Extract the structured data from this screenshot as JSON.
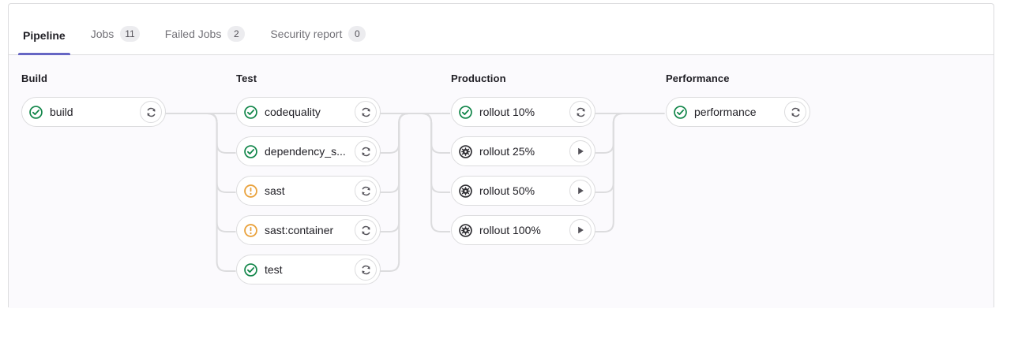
{
  "tabs": [
    {
      "label": "Pipeline",
      "badge": null,
      "active": true,
      "name": "tab-pipeline"
    },
    {
      "label": "Jobs",
      "badge": "11",
      "active": false,
      "name": "tab-jobs"
    },
    {
      "label": "Failed Jobs",
      "badge": "2",
      "active": false,
      "name": "tab-failed-jobs"
    },
    {
      "label": "Security report",
      "badge": "0",
      "active": false,
      "name": "tab-security-report"
    }
  ],
  "colors": {
    "success": "#108548",
    "warning": "#ab6100",
    "warning_icon": "#e9a13b",
    "manual": "#535158",
    "active_tab_underline": "#6666c4",
    "card_border": "#dcdcde",
    "graph_background": "#fbfafd",
    "connector": "#dcdcde"
  },
  "stages": [
    {
      "title": "Build",
      "jobs": [
        {
          "name": "build",
          "status": "success",
          "status_icon": "status-success-icon",
          "action": "retry",
          "action_icon": "retry-icon"
        }
      ]
    },
    {
      "title": "Test",
      "jobs": [
        {
          "name": "codequality",
          "status": "success",
          "status_icon": "status-success-icon",
          "action": "retry",
          "action_icon": "retry-icon"
        },
        {
          "name": "dependency_s...",
          "status": "success",
          "status_icon": "status-success-icon",
          "action": "retry",
          "action_icon": "retry-icon"
        },
        {
          "name": "sast",
          "status": "warning",
          "status_icon": "status-warning-icon",
          "action": "retry",
          "action_icon": "retry-icon"
        },
        {
          "name": "sast:container",
          "status": "warning",
          "status_icon": "status-warning-icon",
          "action": "retry",
          "action_icon": "retry-icon"
        },
        {
          "name": "test",
          "status": "success",
          "status_icon": "status-success-icon",
          "action": "retry",
          "action_icon": "retry-icon"
        }
      ]
    },
    {
      "title": "Production",
      "jobs": [
        {
          "name": "rollout 10%",
          "status": "success",
          "status_icon": "status-success-icon",
          "action": "retry",
          "action_icon": "retry-icon"
        },
        {
          "name": "rollout 25%",
          "status": "manual",
          "status_icon": "status-manual-icon",
          "action": "play",
          "action_icon": "play-icon"
        },
        {
          "name": "rollout 50%",
          "status": "manual",
          "status_icon": "status-manual-icon",
          "action": "play",
          "action_icon": "play-icon"
        },
        {
          "name": "rollout 100%",
          "status": "manual",
          "status_icon": "status-manual-icon",
          "action": "play",
          "action_icon": "play-icon"
        }
      ]
    },
    {
      "title": "Performance",
      "jobs": [
        {
          "name": "performance",
          "status": "success",
          "status_icon": "status-success-icon",
          "action": "retry",
          "action_icon": "retry-icon"
        }
      ]
    }
  ]
}
